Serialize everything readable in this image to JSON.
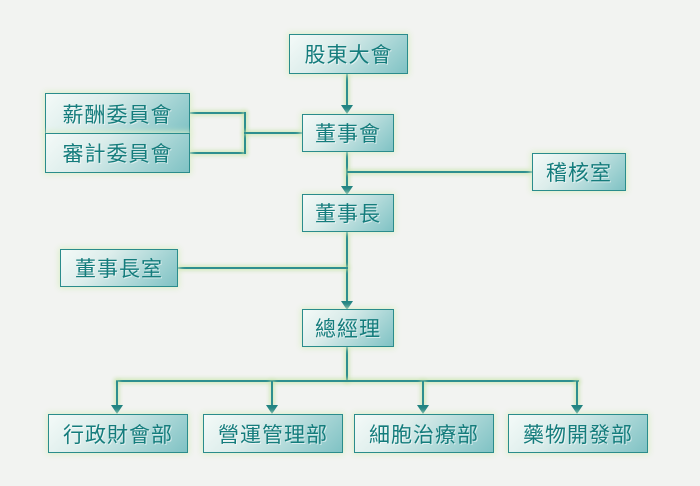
{
  "diagram": {
    "type": "org-chart",
    "background_color": "#f2f3f1",
    "box_border_color": "#2a8c8c",
    "box_gradient": [
      "#f4faf8",
      "#7fc2c4"
    ],
    "box_glow_color": "#daeec7",
    "line_color": "#2e8f8f",
    "arrow_color": "#1f8282",
    "text_color": "#147c7c"
  },
  "nodes": {
    "shareholders": "股東大會",
    "compensation_committee": "薪酬委員會",
    "audit_committee": "審計委員會",
    "board": "董事會",
    "audit_office": "稽核室",
    "chairman": "董事長",
    "chairman_office": "董事長室",
    "general_manager": "總經理",
    "dept_admin_finance": "行政財會部",
    "dept_operations": "營運管理部",
    "dept_cell_therapy": "細胞治療部",
    "dept_drug_development": "藥物開發部"
  },
  "edges": [
    {
      "from": "shareholders",
      "to": "board",
      "style": "arrow"
    },
    {
      "from": "compensation_committee",
      "to": "board",
      "style": "line"
    },
    {
      "from": "audit_committee",
      "to": "board",
      "style": "line"
    },
    {
      "from": "board",
      "to": "chairman",
      "style": "arrow"
    },
    {
      "from": "board",
      "to": "audit_office",
      "style": "line"
    },
    {
      "from": "chairman",
      "to": "general_manager",
      "style": "arrow"
    },
    {
      "from": "chairman_office",
      "to": "chairman-general_manager-link",
      "style": "line"
    },
    {
      "from": "general_manager",
      "to": "dept_admin_finance",
      "style": "arrow"
    },
    {
      "from": "general_manager",
      "to": "dept_operations",
      "style": "arrow"
    },
    {
      "from": "general_manager",
      "to": "dept_cell_therapy",
      "style": "arrow"
    },
    {
      "from": "general_manager",
      "to": "dept_drug_development",
      "style": "arrow"
    }
  ]
}
